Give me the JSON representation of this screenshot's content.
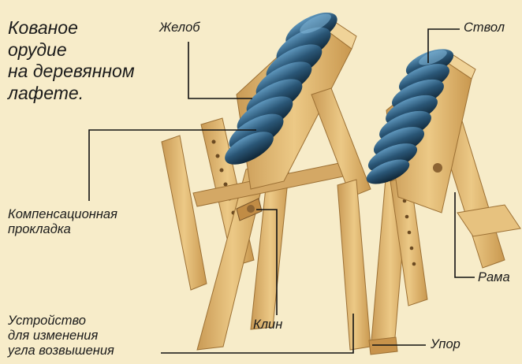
{
  "title": {
    "lines": [
      "Кованое",
      "орудие",
      "на деревянном",
      "лафете."
    ]
  },
  "labels": {
    "gutter": "Желоб",
    "barrel": "Ствол",
    "pad": [
      "Компенсационная",
      "прокладка"
    ],
    "frame": "Рама",
    "wedge": "Клин",
    "device": [
      "Устройство",
      "для изменения",
      "угла возвышения"
    ],
    "stop": "Упор"
  },
  "colors": {
    "background": "#f7ecc9",
    "wood": "#e2bb74",
    "wood_dark": "#b7874a",
    "barrel": "#23455f",
    "barrel_light": "#4f86aa",
    "leader": "#111111"
  }
}
